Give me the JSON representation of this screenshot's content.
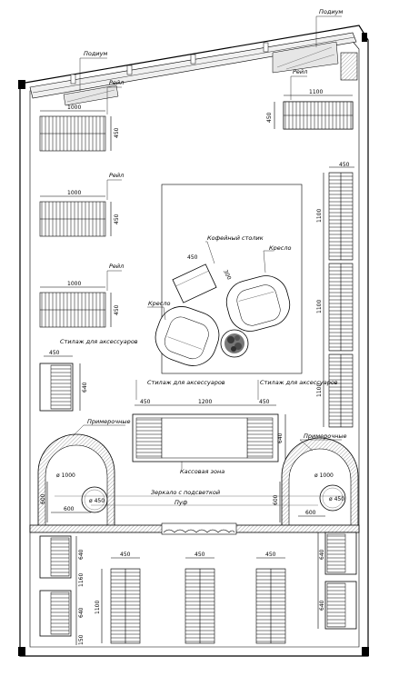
{
  "labels": {
    "podium_top": "Подиум",
    "podium_left": "Подиум",
    "rail_top_right": "Рейл",
    "rail_left_1": "Рейл",
    "rail_left_2": "Рейл",
    "rail_left_3": "Рейл",
    "coffee_table": "Кофейный столик",
    "armchair_right": "Кресло",
    "armchair_left": "Кресло",
    "shelf_accessories_left": "Стилаж для аксессуаров",
    "shelf_accessories_mid": "Стилаж для аксессуаров",
    "shelf_accessories_right": "Стилаж для аксессуаров",
    "fitting_room_left": "Примерочные",
    "fitting_room_right": "Примерочные",
    "cash_zone": "Кассовая зона",
    "mirror": "Зеркало с подсветкой",
    "pouf": "Пуф"
  },
  "dims": {
    "rail_top_right_w": "1100",
    "rail_top_right_h": "450",
    "rail_left_1_w": "1000",
    "rail_left_1_h": "450",
    "rail_left_2_w": "1000",
    "rail_left_2_h": "450",
    "rail_left_3_w": "1000",
    "rail_left_3_h": "450",
    "right_rack_w": "450",
    "right_rack_1": "1100",
    "right_rack_2": "1100",
    "right_rack_3": "1100",
    "coffee_w": "450",
    "coffee_d": "300",
    "shelf_left_w": "450",
    "shelf_left_h": "640",
    "cash_left": "450",
    "cash_mid": "1200",
    "cash_right": "450",
    "cash_h": "640",
    "fit_left_d": "ø 1000",
    "fit_left_pouf": "ø 450",
    "fit_left_w": "600",
    "fit_left_h": "600",
    "fit_right_d": "ø 1000",
    "fit_right_pouf": "ø 450",
    "fit_right_w": "600",
    "fit_right_h": "600",
    "bottom_rack_1": "450",
    "bottom_rack_2": "450",
    "bottom_rack_3": "450",
    "bottom_rack_h": "1100",
    "bl_640_a": "640",
    "bl_1160": "1160",
    "bl_640_b": "640",
    "bl_150": "150",
    "br_640_a": "640",
    "br_640_b": "640"
  }
}
